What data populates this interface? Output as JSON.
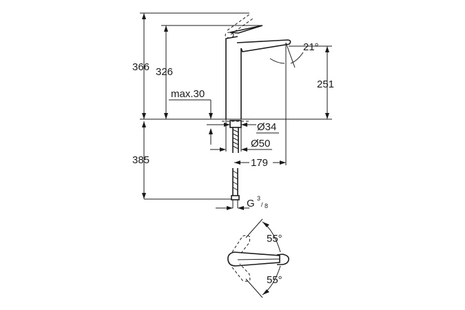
{
  "drawing": {
    "dimensions": {
      "total_height": "366",
      "spout_top_height": "326",
      "max_deck": "max.30",
      "spout_angle": "21°",
      "spout_height": "251",
      "hole_diameter": "Ø34",
      "rosette_diameter": "Ø50",
      "projection": "179",
      "hose_length": "385",
      "connection": "G",
      "connection_num": "3",
      "connection_den": "8",
      "swivel_left": "55°",
      "swivel_right": "55°"
    }
  }
}
